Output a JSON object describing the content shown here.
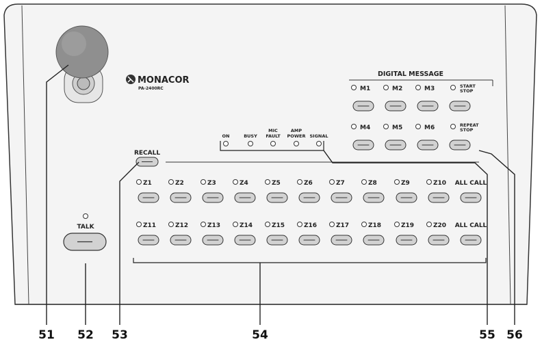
{
  "brand": {
    "name": "MONACOR",
    "model": "PA-2400RC"
  },
  "digital_message": {
    "title": "DIGITAL MESSAGE",
    "row1": [
      "M1",
      "M2",
      "M3"
    ],
    "row2": [
      "M4",
      "M5",
      "M6"
    ],
    "start_stop": [
      "START",
      "STOP"
    ],
    "repeat_stop": [
      "REPEAT",
      "STOP"
    ]
  },
  "indicators": {
    "on": "ON",
    "busy": "BUSY",
    "mic_fault": [
      "MIC",
      "FAULT"
    ],
    "amp_power": [
      "AMP",
      "POWER"
    ],
    "signal": "SIGNAL"
  },
  "recall_label": "RECALL",
  "talk_label": "TALK",
  "zones_row1": [
    "Z1",
    "Z2",
    "Z3",
    "Z4",
    "Z5",
    "Z6",
    "Z7",
    "Z8",
    "Z9",
    "Z10"
  ],
  "zones_row2": [
    "Z11",
    "Z12",
    "Z13",
    "Z14",
    "Z15",
    "Z16",
    "Z17",
    "Z18",
    "Z19",
    "Z20"
  ],
  "all_call_label": "ALL CALL",
  "callouts": {
    "c51": "51",
    "c52": "52",
    "c53": "53",
    "c54": "54",
    "c55": "55",
    "c56": "56"
  }
}
